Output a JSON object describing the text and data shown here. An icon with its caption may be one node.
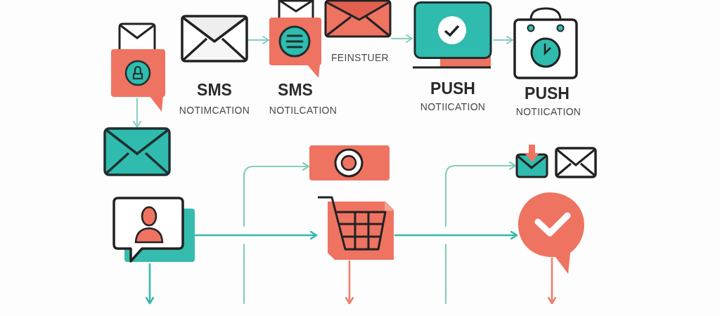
{
  "diagram": {
    "nodes": [
      {
        "text": [],
        "shape": "picture"
      },
      {
        "text": [],
        "shape": "picture",
        "beside": [
          "SMS",
          "NOTIMCATION"
        ]
      },
      {
        "text": [],
        "shape": "picture",
        "beside": [
          "SMS",
          "NOTILCATION"
        ]
      },
      {
        "text": [],
        "shape": "picture",
        "beside": [
          "FEINSTUER"
        ]
      },
      {
        "text": [],
        "shape": "picture",
        "beside": [
          "PUSH",
          "NOTIICATION"
        ]
      },
      {
        "text": [],
        "shape": "picture",
        "beside": [
          "PUSH",
          "NOTIICATION"
        ]
      },
      {
        "text": [],
        "shape": "picture"
      },
      {
        "text": [],
        "shape": "picture"
      },
      {
        "text": [],
        "shape": "picture"
      },
      {
        "text": [],
        "shape": "picture"
      },
      {
        "text": [],
        "shape": "picture"
      },
      {
        "text": [],
        "shape": "picture"
      },
      {
        "text": [],
        "shape": "picture"
      }
    ],
    "edges": [
      {
        "from": 0,
        "to": 6,
        "arrow": "to"
      },
      {
        "from": 1,
        "to": 2,
        "arrow": "to"
      },
      {
        "from": 3,
        "to": 4,
        "arrow": "to"
      },
      {
        "from": 4,
        "to": 5,
        "arrow": "to"
      },
      {
        "from": 10,
        "to": 11,
        "arrow": "to",
        "color": "#36b9ab"
      },
      {
        "from": null,
        "to": 7,
        "arrow": "to"
      },
      {
        "from": 11,
        "to": 12,
        "arrow": "to",
        "color": "#36b9ab"
      },
      {
        "from": null,
        "to": 8,
        "arrow": "to"
      },
      {
        "from": 10,
        "to": null,
        "arrow": "to",
        "color": "#36b9ab"
      },
      {
        "from": 11,
        "to": null,
        "arrow": "to",
        "color": "#ee7f6c"
      },
      {
        "from": 12,
        "to": null,
        "arrow": "to",
        "color": "#ee7f6c"
      }
    ]
  }
}
